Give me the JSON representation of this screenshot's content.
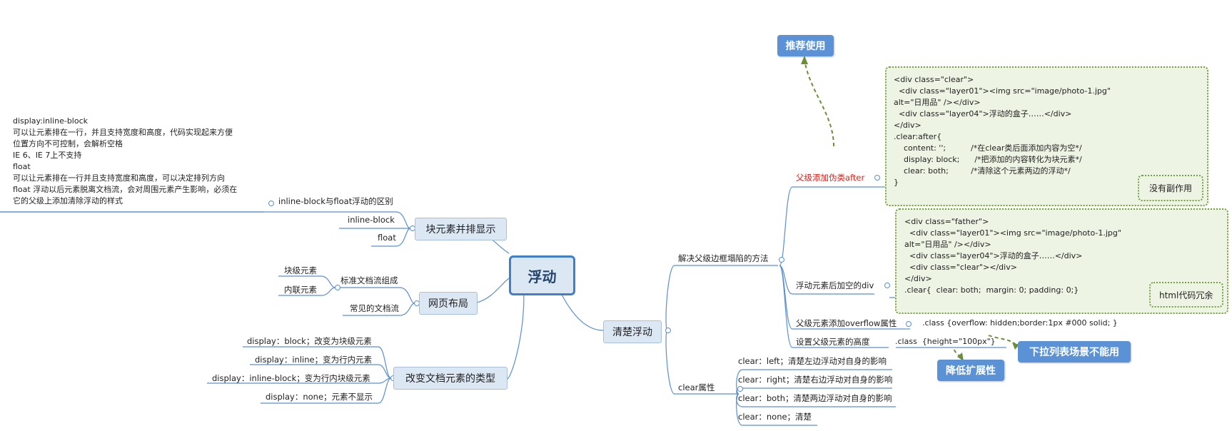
{
  "root": {
    "label": "浮动"
  },
  "left": {
    "branch_block": {
      "label": "块元素并排显示",
      "children": [
        "inline-block与float浮动的区别",
        "inline-block",
        "float"
      ],
      "note": "display:inline-block\n可以让元素排在一行，并且支持宽度和高度，代码实现起来方便\n位置方向不可控制，会解析空格\nIE 6、IE 7上不支持\nfloat\n可以让元素排在一行并且支持宽度和高度，可以决定排列方向\nfloat 浮动以后元素脱离文档流，会对周围元素产生影响，必须在\n它的父级上添加清除浮动的样式"
    },
    "branch_layout": {
      "label": "网页布局",
      "children": [
        "标准文档流组成",
        "常见的文档流"
      ],
      "grandchildren": [
        "块级元素",
        "内联元素"
      ]
    },
    "branch_type": {
      "label": "改变文档元素的类型",
      "children": [
        "display：block；改变为块级元素",
        "display：inline；变为行内元素",
        "display：inline-block；变为行内块级元素",
        "display：none；元素不显示"
      ]
    }
  },
  "right": {
    "branch_clear": {
      "label": "清楚浮动",
      "solve": {
        "label": "解决父级边框塌陷的方法",
        "items": [
          "父级添加伪类after",
          "浮动元素后加空的div",
          "父级元素添加overflow属性",
          "设置父级元素的高度"
        ],
        "after_code": "<div class=\"clear\">\n  <div class=\"layer01\"><img src=\"image/photo-1.jpg\"\nalt=\"日用品\" /></div>\n  <div class=\"layer04\">浮动的盒子……</div>\n</div>\n.clear:after{\n    content: '';          /*在clear类后面添加内容为空*/\n    display: block;      /*把添加的内容转化为块元素*/\n    clear: both;         /*清除这个元素两边的浮动*/\n}",
        "div_code": "<div class=\"father\">\n  <div class=\"layer01\"><img src=\"image/photo-1.jpg\"\nalt=\"日用品\" /></div>\n  <div class=\"layer04\">浮动的盒子……</div>\n  <div class=\"clear\"></div>\n</div>\n.clear{  clear: both;  margin: 0; padding: 0;}",
        "overflow_code": ".class {overflow: hidden;border:1px #000 solid; }",
        "height_code": ".class  {height=\"100px\"}",
        "callouts": {
          "recommend": "推荐使用",
          "no_side_effect": "没有副作用",
          "html_redundant": "html代码冗余",
          "dropdown": "下拉列表场景不能用",
          "low_extend": "降低扩展性"
        }
      },
      "clear_prop": {
        "label": "clear属性",
        "items": [
          "clear：left；清楚左边浮动对自身的影响",
          "clear：right；清楚右边浮动对自身的影响",
          "clear：both；清楚两边浮动对自身的影响",
          "clear：none；清楚"
        ]
      }
    }
  },
  "colors": {
    "line": "#3f7fcb",
    "callout": "#5b92d6",
    "dotted": "#77a041",
    "red": "#e0221b"
  }
}
